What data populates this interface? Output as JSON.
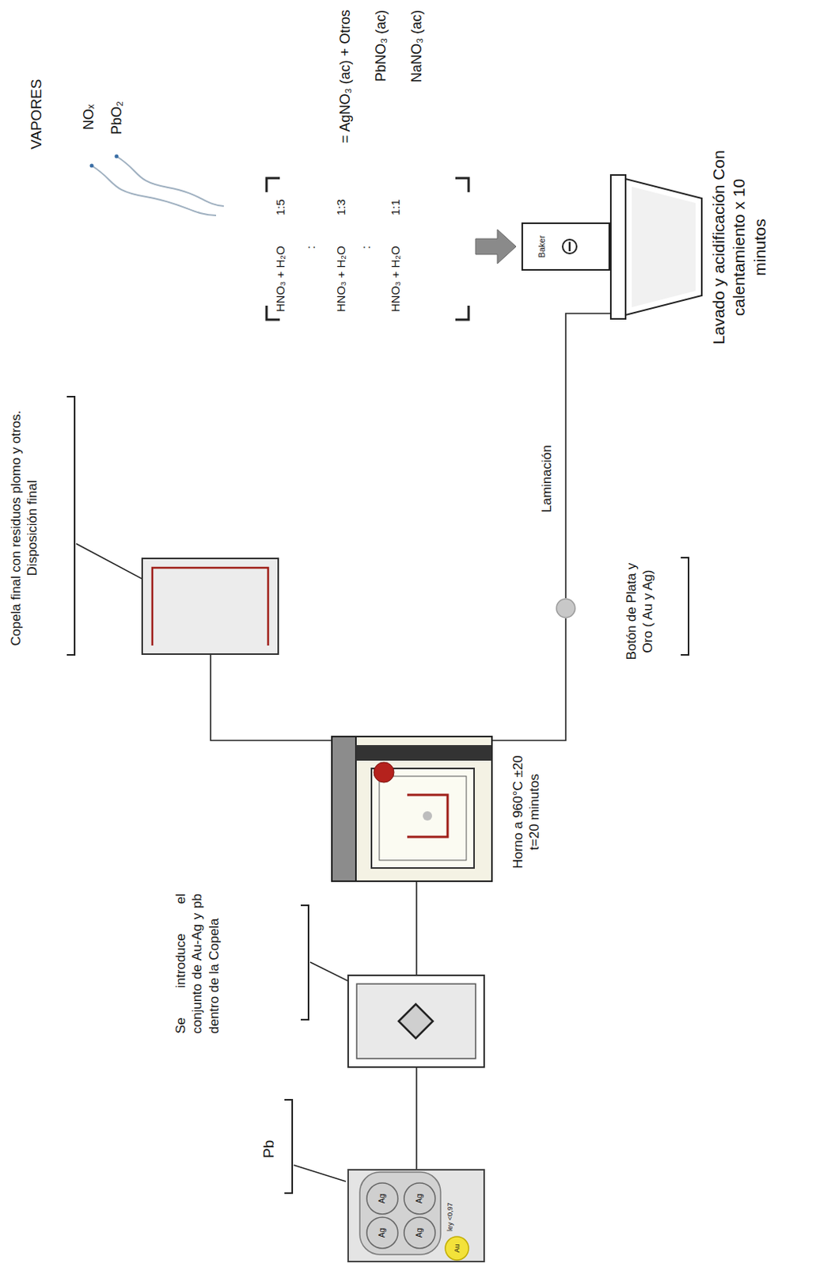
{
  "diagram": {
    "nodes": [
      {
        "text": [
          "Pb",
          "ley <0,97"
        ]
      },
      {
        "text": [
          "Ag"
        ],
        "in": 0
      },
      {
        "text": [
          "Ag"
        ],
        "in": 0
      },
      {
        "text": [
          "Ag"
        ],
        "in": 0
      },
      {
        "text": [
          "Ag"
        ],
        "in": 0
      },
      {
        "text": [
          "Au"
        ],
        "in": 0
      },
      {
        "text": [
          "Se introduce el conjunto de Au-Ag y pb dentro de la Copela"
        ]
      },
      {
        "text": [
          "Horno a 960°C ±20 t=20 minutos"
        ]
      },
      {
        "text": [
          "Copela final con residuos plomo y otros. Disposición final"
        ]
      },
      {
        "text": [
          "Botón de Plata y Oro ( Au y Ag)"
        ]
      },
      {
        "text": [
          "Lavado y acidificación Con calentamiento x 10 minutos"
        ]
      },
      {
        "text": [
          "Baker"
        ]
      }
    ],
    "edges": [
      {
        "from": 0,
        "to": 6,
        "arrow": "none"
      },
      {
        "from": 6,
        "to": 7,
        "arrow": "none"
      },
      {
        "from": 7,
        "to": 8,
        "arrow": "none"
      },
      {
        "from": 7,
        "to": 9,
        "arrow": "none"
      },
      {
        "from": 9,
        "to": 10,
        "label": "Laminación",
        "arrow": "none"
      }
    ],
    "labels": [
      "HNO₃ + H₂O",
      "1:5",
      ":",
      "HNO₃ + H₂O",
      "1:3",
      ":",
      "HNO₃ + H₂O",
      "1:1",
      "= AgNO₃ (ac) + Otros",
      "PbNO₃ (ac)",
      "NaNO₃ (ac)",
      "VAPORES",
      "NOₓ",
      "PbO₂"
    ]
  }
}
